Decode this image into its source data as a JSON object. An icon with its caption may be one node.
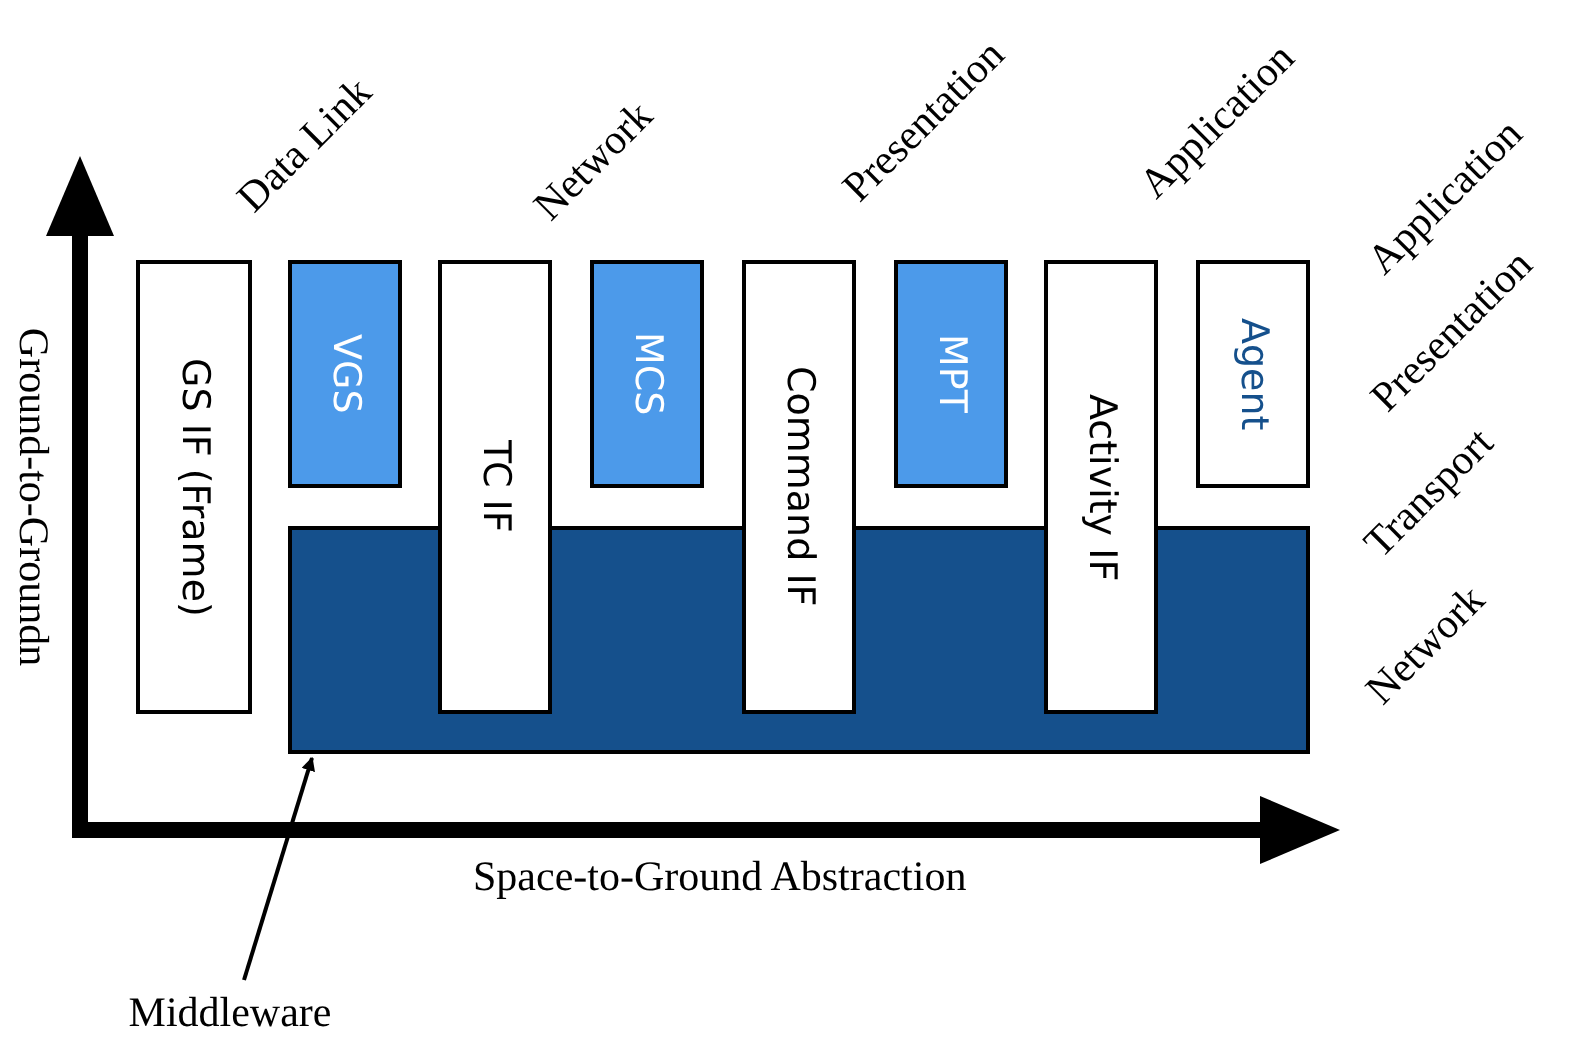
{
  "diagram": {
    "nodes": [
      {
        "text": [
          "GS IF (Frame)"
        ]
      },
      {
        "text": [
          "VGS"
        ]
      },
      {
        "text": [
          "TC IF"
        ]
      },
      {
        "text": [
          "MCS"
        ]
      },
      {
        "text": [
          "Command IF"
        ]
      },
      {
        "text": [
          "MPT"
        ]
      },
      {
        "text": [
          "Activity IF"
        ]
      },
      {
        "text": [
          "Agent"
        ]
      },
      {
        "text": [],
        "shape": "box"
      },
      {
        "text": [
          "Middleware"
        ]
      }
    ],
    "edges": [
      {
        "from": 9,
        "to": 8,
        "arrow": "to"
      }
    ],
    "labels": [
      "Data Link",
      "Network",
      "Presentation",
      "Application",
      "Application",
      "Presentation",
      "Transport",
      "Network",
      "Ground-to-Groundn",
      "Space-to-Ground Abstraction"
    ]
  }
}
